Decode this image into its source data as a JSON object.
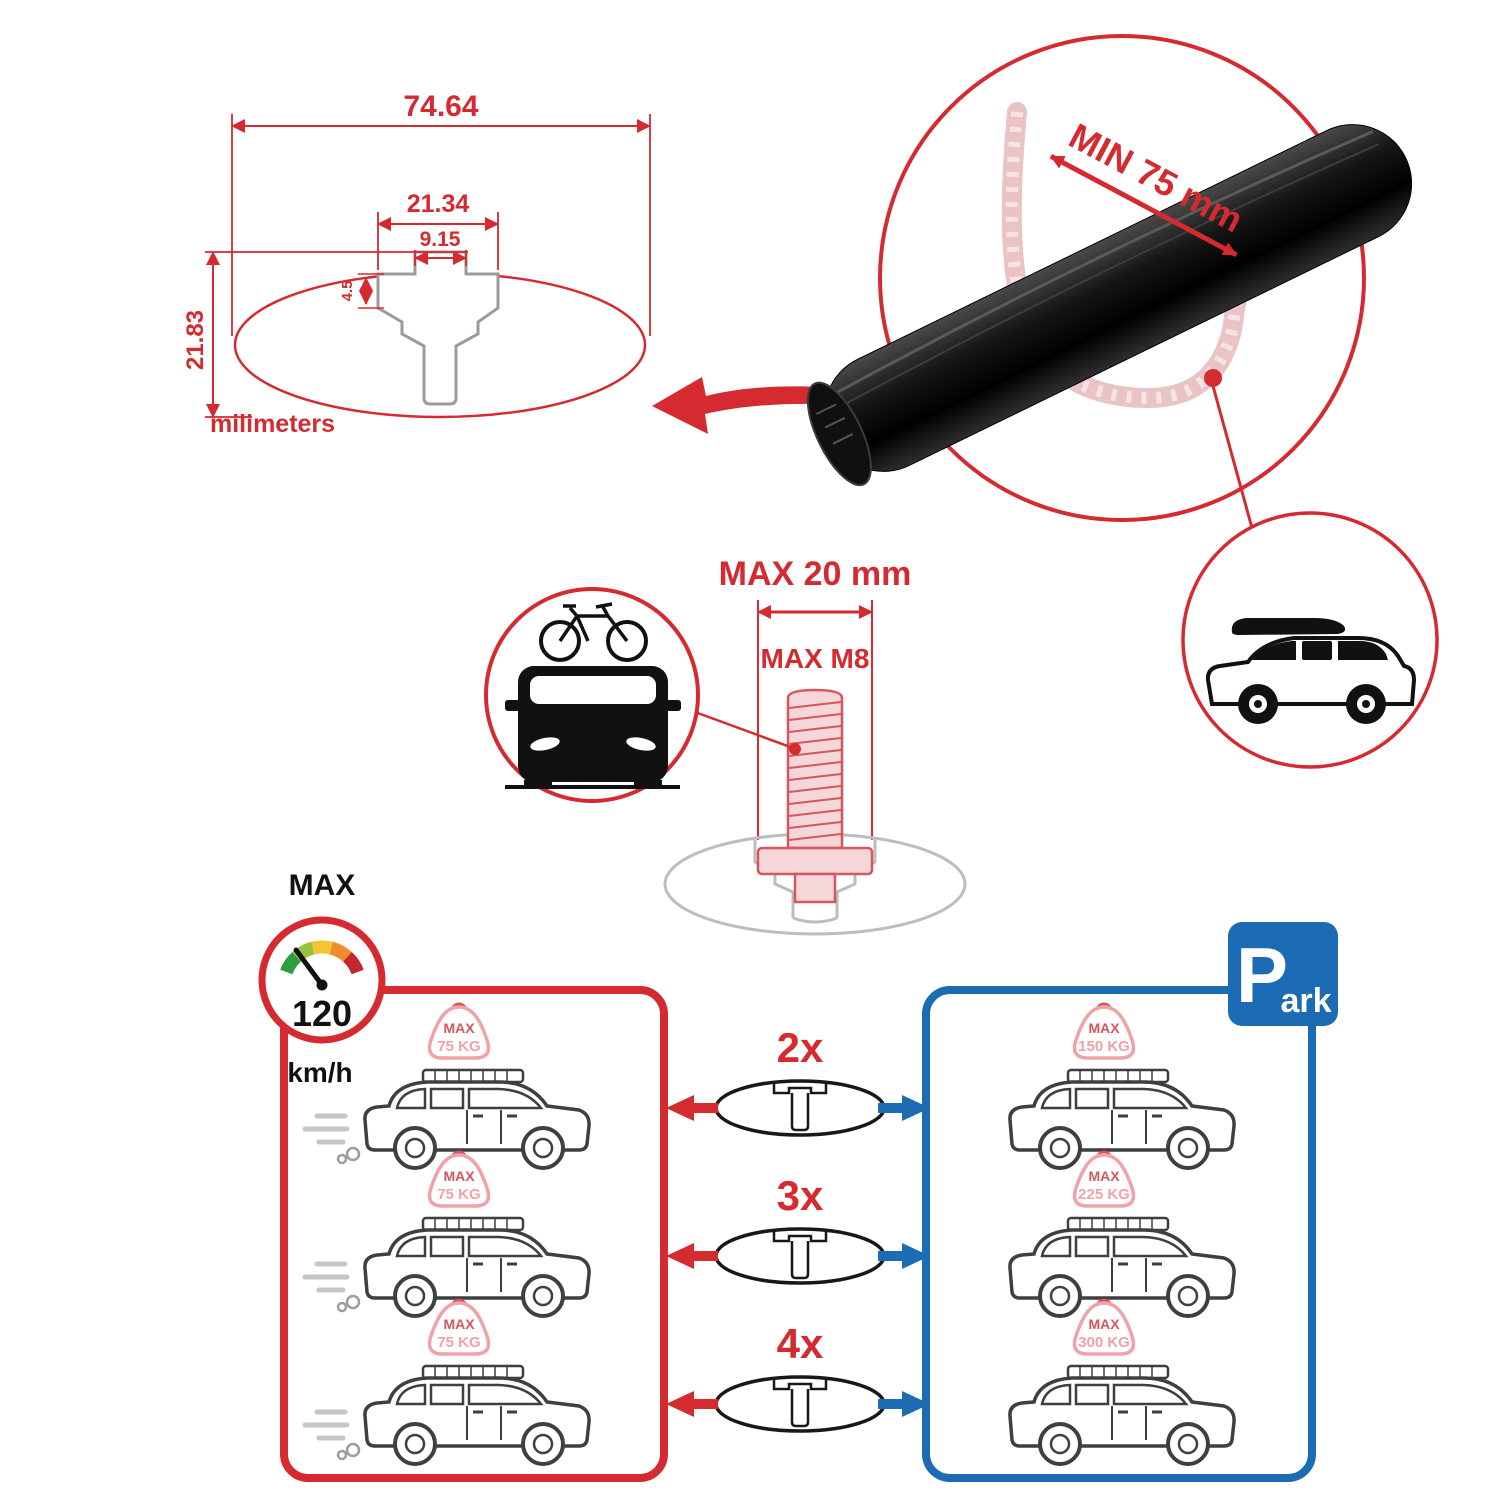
{
  "colors": {
    "red": "#d42a30",
    "blue": "#1b6cb5",
    "pink": "#efa2a8",
    "pink_dark": "#d4565e",
    "black": "#1a1a1a",
    "gray": "#9b9b9b"
  },
  "technical_drawing": {
    "dim_total_width": "74.64",
    "dim_slot_outer": "21.34",
    "dim_slot_inner": "9.15",
    "dim_lip_depth": "4.5",
    "dim_total_height": "21.83",
    "unit_label": "milimeters"
  },
  "crossbar_detail": {
    "min_span_label": "MIN 75 mm"
  },
  "bolt_detail": {
    "max_length_label": "MAX 20 mm",
    "max_thread_label": "MAX M8"
  },
  "speed_limit": {
    "title": "MAX",
    "value": "120",
    "unit": "km/h"
  },
  "driving_panel": {
    "cars": [
      {
        "load_max": "MAX",
        "load_value": "75 KG"
      },
      {
        "load_max": "MAX",
        "load_value": "75 KG"
      },
      {
        "load_max": "MAX",
        "load_value": "75 KG"
      }
    ]
  },
  "multipliers": [
    {
      "label": "2x"
    },
    {
      "label": "3x"
    },
    {
      "label": "4x"
    }
  ],
  "parking_panel": {
    "sign_letter": "P",
    "sign_rest": "ark",
    "cars": [
      {
        "load_max": "MAX",
        "load_value": "150 KG"
      },
      {
        "load_max": "MAX",
        "load_value": "225 KG"
      },
      {
        "load_max": "MAX",
        "load_value": "300 KG"
      }
    ]
  }
}
